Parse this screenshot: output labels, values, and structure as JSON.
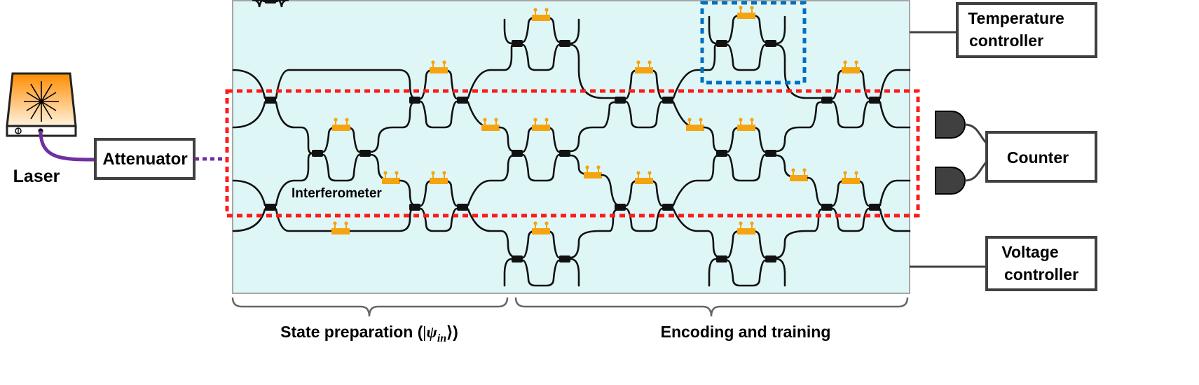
{
  "labels": {
    "laser": "Laser",
    "attenuator": "Attenuator",
    "interferometer": "Interferometer",
    "temperature_controller_line1": "Temperature",
    "temperature_controller_line2": "controller",
    "counter": "Counter",
    "voltage_controller_line1": "Voltage",
    "voltage_controller_line2": "controller",
    "state_preparation_text": "State preparation (",
    "state_preparation_ket": "|ψ",
    "state_preparation_sub": "in",
    "state_preparation_close": "⟩)",
    "encoding_training": "Encoding and training"
  },
  "colors": {
    "chip_background": "#dff6f7",
    "chip_border": "#a6a6a6",
    "waveguide": "#111111",
    "phase_shifter": "#f5a30f",
    "coupler": "#111111",
    "interferometer_highlight": "#ff1a1a",
    "mzi_highlight": "#0070c0",
    "fiber": "#7030a0",
    "laser_gradient_top": "#ff8c00",
    "laser_gradient_bottom": "#fff3e0",
    "detector": "#404040",
    "box_border": "#404040"
  },
  "icons": {
    "laser": "laser-source-icon",
    "detectors": "photon-detector-icon",
    "phase_shifter": "thermo-optic-phase-shifter-icon"
  }
}
